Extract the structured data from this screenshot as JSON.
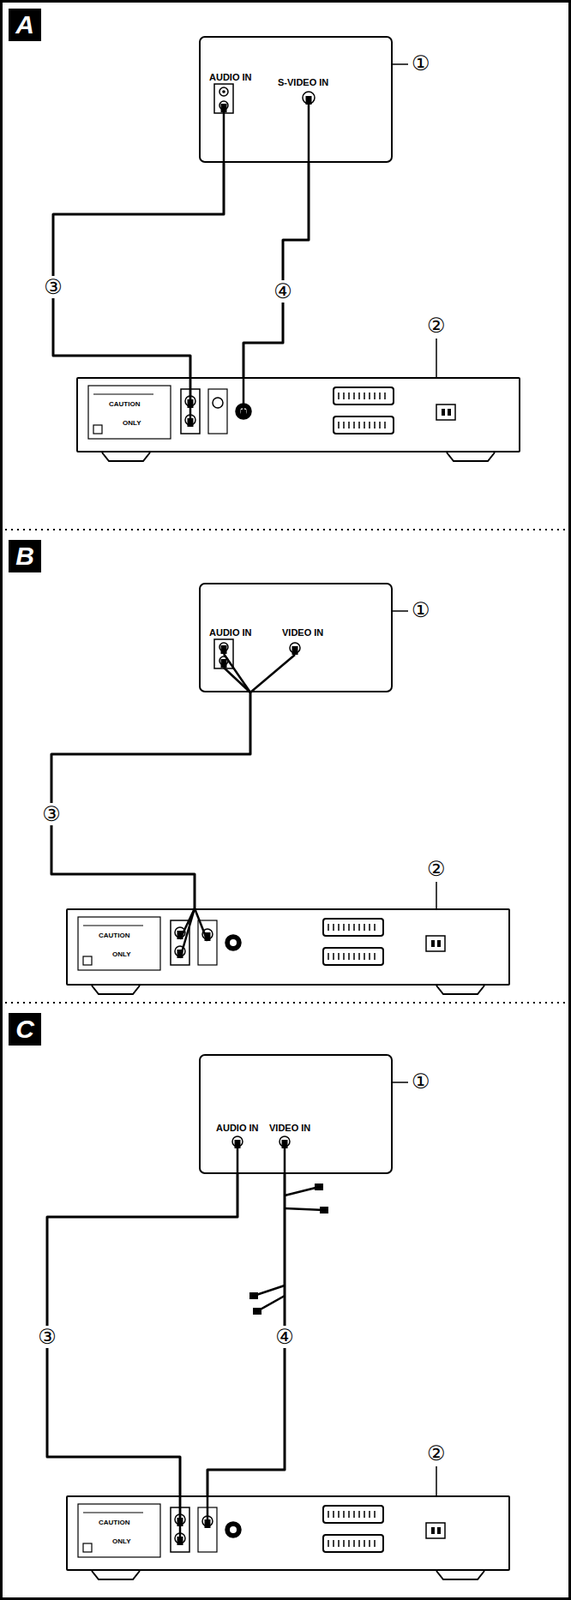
{
  "diagram": {
    "nodes": [
      {
        "text": [
          "AUDIO IN",
          "S-VIDEO IN"
        ]
      },
      {
        "text": [
          "CAUTION",
          "ONLY"
        ]
      },
      {
        "text": [
          "AUDIO IN",
          "VIDEO IN"
        ]
      },
      {
        "text": [
          "CAUTION",
          "ONLY"
        ]
      },
      {
        "text": [
          "AUDIO IN",
          "VIDEO IN"
        ]
      },
      {
        "text": [
          "CAUTION",
          "ONLY"
        ]
      }
    ],
    "edges": [
      {
        "from": 1,
        "to": 0,
        "arrow": "none",
        "label": "③"
      },
      {
        "from": 1,
        "to": 0,
        "arrow": "none",
        "label": "④"
      },
      {
        "from": 3,
        "to": 2,
        "arrow": "none",
        "label": "③"
      },
      {
        "from": 5,
        "to": 4,
        "arrow": "none",
        "label": "③"
      },
      {
        "from": 5,
        "to": 4,
        "arrow": "none",
        "label": "④"
      }
    ],
    "labels": [
      "A",
      "①",
      "②",
      "B",
      "①",
      "②",
      "C",
      "①",
      "②"
    ]
  }
}
